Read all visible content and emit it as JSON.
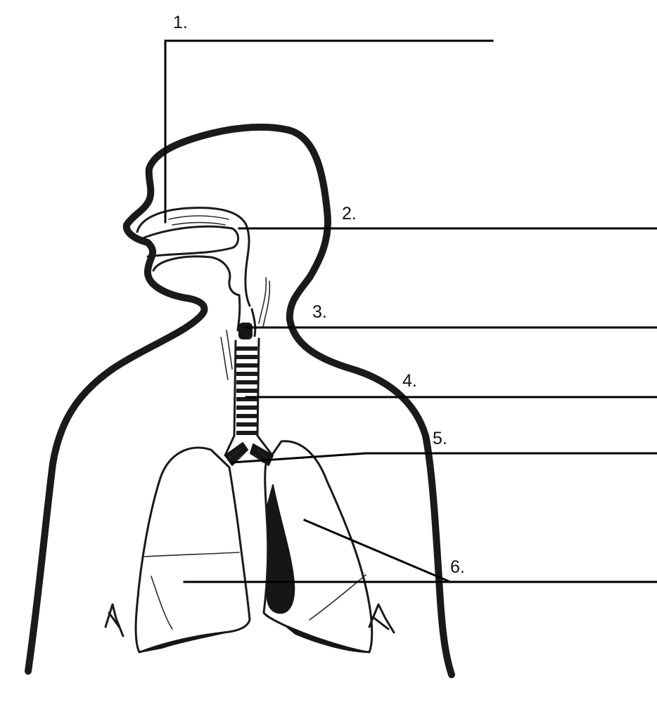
{
  "labels": [
    {
      "id": "1",
      "text": "1."
    },
    {
      "id": "2",
      "text": "2."
    },
    {
      "id": "3",
      "text": "3."
    },
    {
      "id": "4",
      "text": "4."
    },
    {
      "id": "5",
      "text": "5."
    },
    {
      "id": "6",
      "text": "6."
    }
  ],
  "colors": {
    "ink": "#1a1a1a",
    "background": "#ffffff"
  }
}
